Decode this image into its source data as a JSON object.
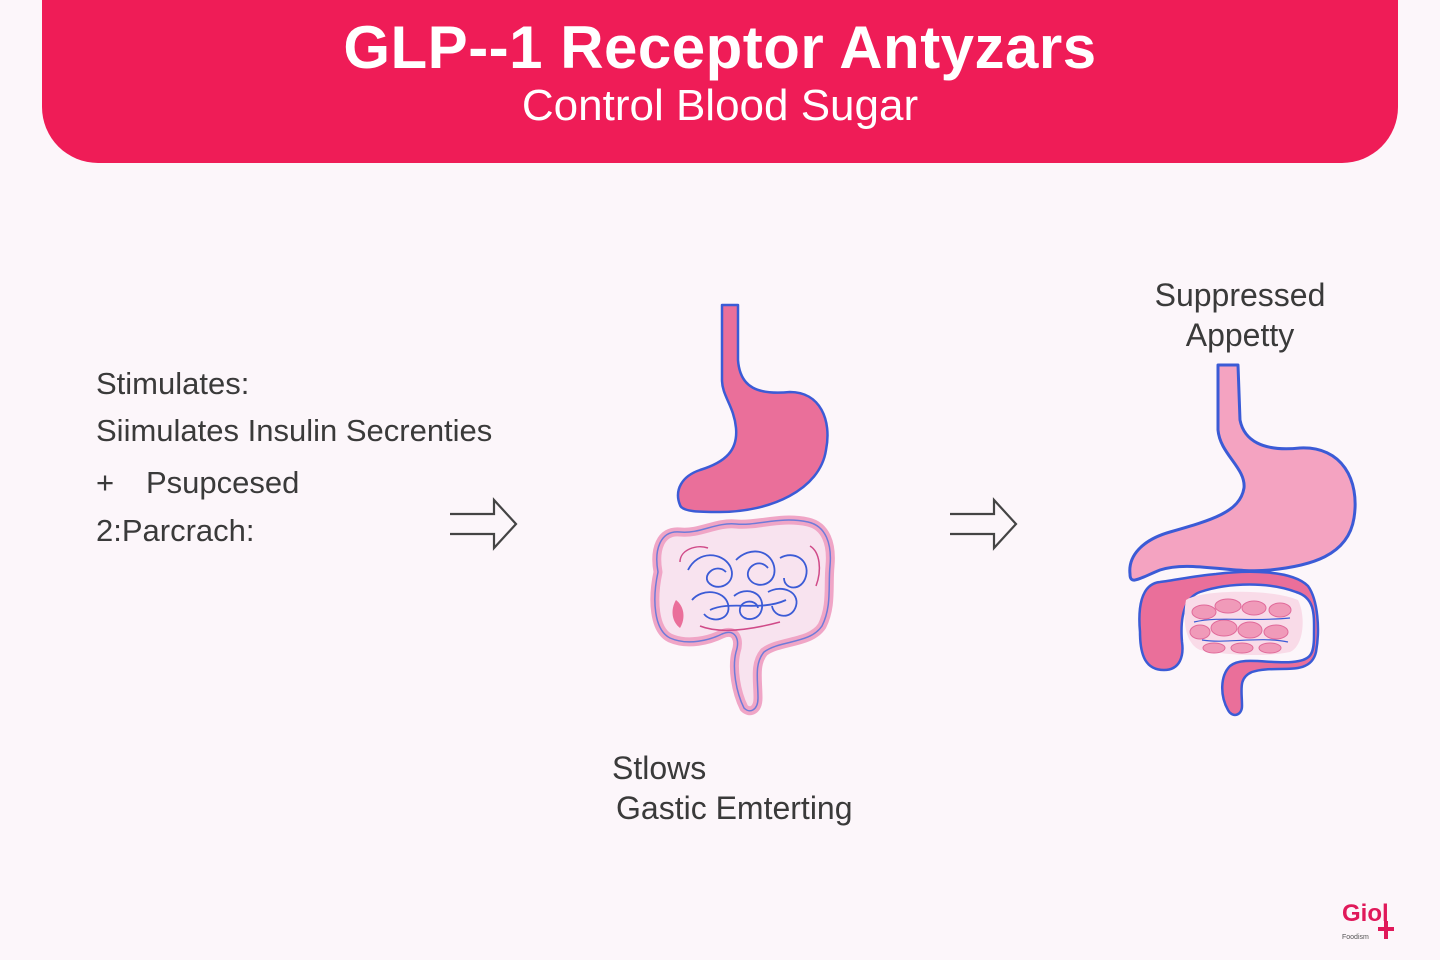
{
  "header": {
    "title": "GLP--1 Receptor Antyzars",
    "subtitle": "Control Blood Sugar"
  },
  "left_panel": {
    "line1": "Stimulates:",
    "line2": "Siimulates Insulin Secrenties",
    "bullet": "+",
    "line3": "Psupcesed",
    "line4": "2:Parcrach:"
  },
  "middle_caption": {
    "line1": "Stlows",
    "line2": "Gastic Emterting"
  },
  "right_caption": {
    "line1": "Suppressed",
    "line2": "Appetty"
  },
  "logo": {
    "text": "Giol",
    "subtext": "Foodism"
  },
  "colors": {
    "banner": "#ef1c57",
    "background": "#fcf6fa",
    "organ_fill": "#ea6f9a",
    "organ_light": "#f4a3c1",
    "outline": "#3b5bd6"
  },
  "icons": [
    "right-arrow-icon",
    "stomach-intestines-icon",
    "stomach-intestines-icon"
  ]
}
